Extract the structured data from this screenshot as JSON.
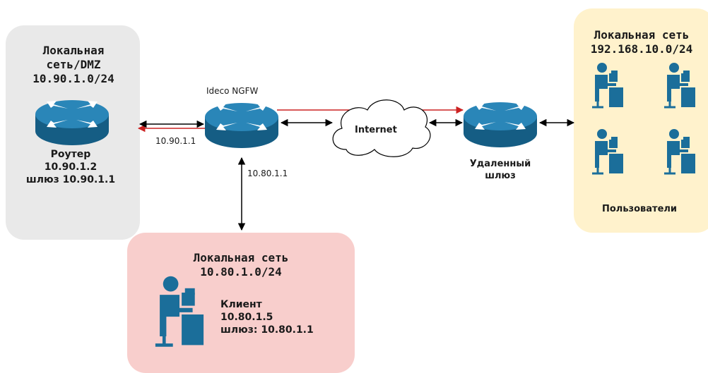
{
  "dmz": {
    "title": "Локальная\nсеть/DMZ\n10.90.1.0/24",
    "router_label": "Роутер\n10.90.1.2\nшлюз 10.90.1.1"
  },
  "ngfw": {
    "label": "Ideco NGFW",
    "ip_left": "10.90.1.1",
    "ip_down": "10.80.1.1"
  },
  "internet": {
    "label": "Internet"
  },
  "remote": {
    "label": "Удаленный\nшлюз"
  },
  "users": {
    "title": "Локальная сеть\n192.168.10.0/24",
    "label": "Пользователи"
  },
  "client_net": {
    "title": "Локальная сеть\n10.80.1.0/24",
    "client_label": "Клиент\n10.80.1.5\nшлюз: 10.80.1.1"
  },
  "colors": {
    "router_fill": "#1b6e9a",
    "router_top": "#2a86b8",
    "tunnel": "#cc2222",
    "link": "#000000",
    "user_icon": "#1b6e9a",
    "dmz_bg": "#e9e9e9",
    "users_bg": "#fff2cc",
    "client_bg": "#f8cecc"
  }
}
